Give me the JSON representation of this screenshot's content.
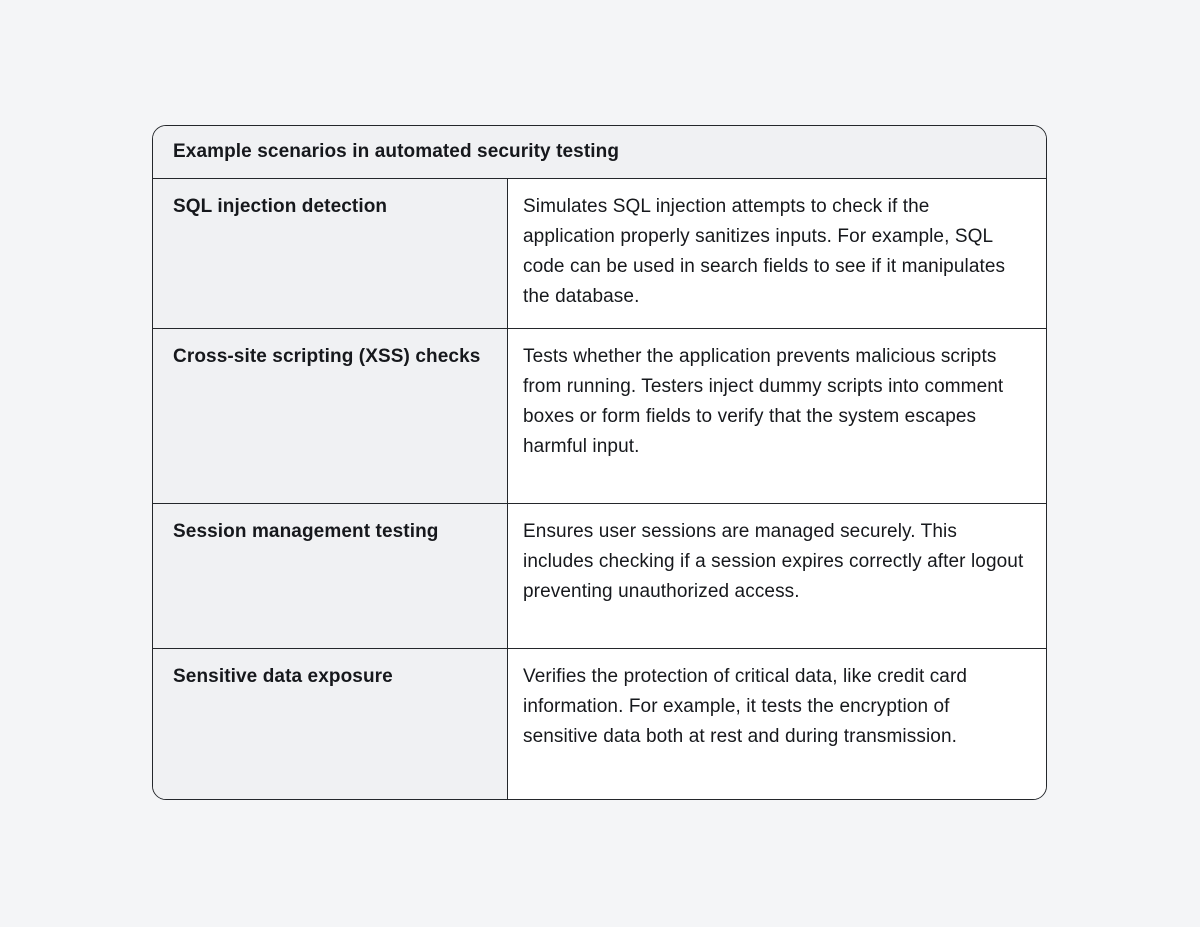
{
  "page": {
    "background_color": "#f4f5f7"
  },
  "table": {
    "title": "Example scenarios in automated security testing",
    "border_color": "#24272b",
    "header_bg_color": "#f0f1f3",
    "term_cell_bg_color": "#f0f1f3",
    "desc_cell_bg_color": "#ffffff",
    "rows": [
      {
        "term": "SQL injection detection",
        "description": "Simulates SQL injection attempts to check if the application properly sanitizes inputs. For example, SQL code can be used in search fields to see if it manipulates the database."
      },
      {
        "term": "Cross-site scripting (XSS) checks",
        "description": "Tests whether the application prevents malicious scripts from running. Testers inject dummy scripts into comment boxes or form fields to verify that the system escapes harmful input."
      },
      {
        "term": "Session management testing",
        "description": "Ensures user sessions are managed securely. This includes checking if a session expires correctly after logout preventing unauthorized access."
      },
      {
        "term": "Sensitive data exposure",
        "description": "Verifies the protection of critical data, like credit card information. For example, it tests the encryption of sensitive data both at rest and during transmission."
      }
    ]
  }
}
